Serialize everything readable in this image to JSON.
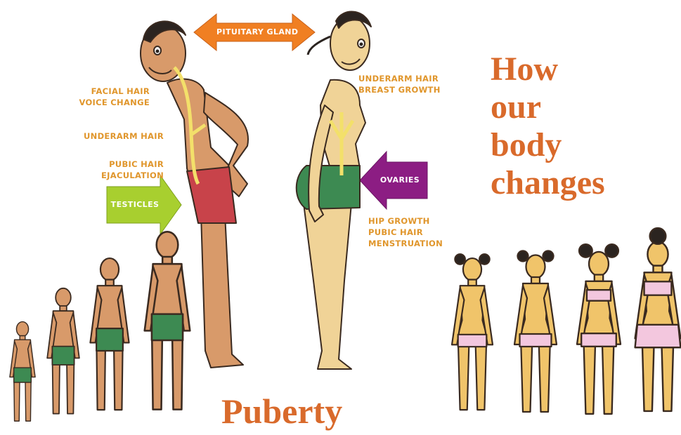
{
  "title_side_lines": [
    "How",
    "our",
    "body",
    "changes"
  ],
  "title_main": "Puberty",
  "center_label": "PITUITARY GLAND",
  "male_labels": {
    "line1": "FACIAL HAIR",
    "line2": "VOICE CHANGE",
    "line3": "UNDERARM HAIR",
    "line4": "PUBIC HAIR",
    "line5": "EJACULATION"
  },
  "male_pointer": "TESTICLES",
  "female_labels": {
    "line1": "UNDERARM HAIR",
    "line2": "BREAST GROWTH",
    "line3": "HIP GROWTH",
    "line4": "PUBIC HAIR",
    "line5": "MENSTRUATION"
  },
  "female_pointer": "OVARIES",
  "colors": {
    "title": "#d96a2b",
    "label": "#e0962c",
    "pituitary_arrow": "#f07f22",
    "testicles_arrow": "#a8cf2f",
    "ovaries_arrow": "#8c1d83",
    "skin_male": "#d89a6a",
    "skin_female": "#f0d397",
    "shorts_male": "#c8434a",
    "shorts_green": "#3d8a52",
    "bra_pink": "#f3c7de",
    "hair": "#2b2420",
    "outline": "#3a2a20"
  }
}
